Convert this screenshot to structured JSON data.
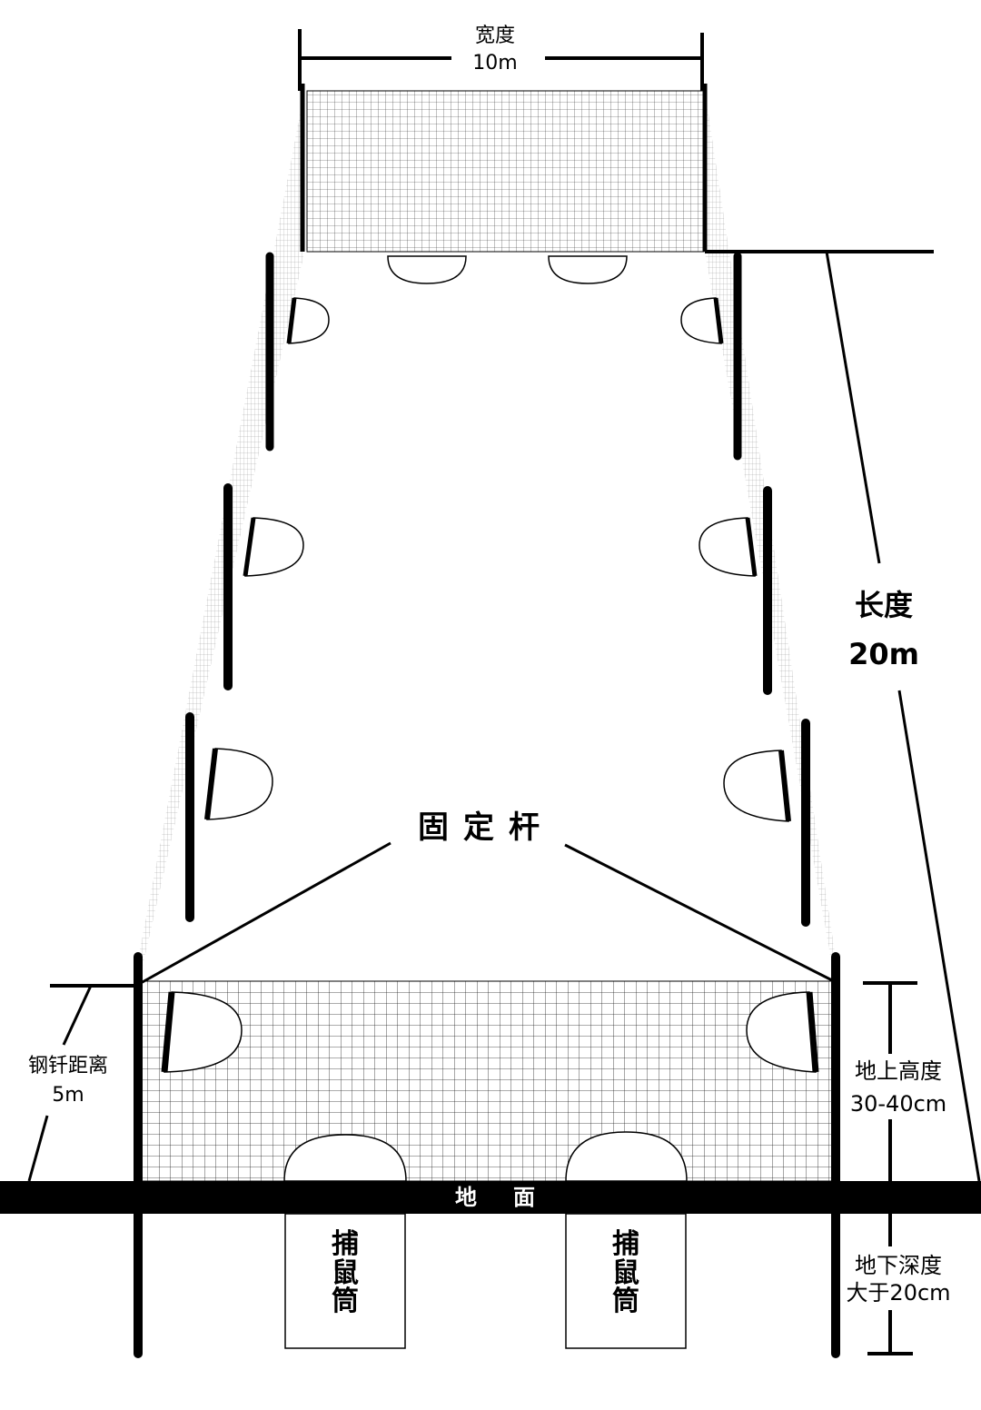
{
  "labels": {
    "width_title": "宽度",
    "width_value": "10m",
    "length_title": "长度",
    "length_value": "20m",
    "rod_label": "固定杆",
    "spacing_title": "钢钎距离",
    "spacing_value": "5m",
    "height_title": "地上高度",
    "height_value": "30-40cm",
    "depth_title": "地下深度",
    "depth_value": "大于20cm",
    "ground": "地面",
    "trap_1": [
      "捕",
      "鼠",
      "筒"
    ],
    "trap_2": [
      "捕",
      "鼠",
      "筒"
    ]
  },
  "colors": {
    "ink": "#000000",
    "background": "#ffffff",
    "ground_band": "#000000",
    "ground_text": "#ffffff"
  }
}
